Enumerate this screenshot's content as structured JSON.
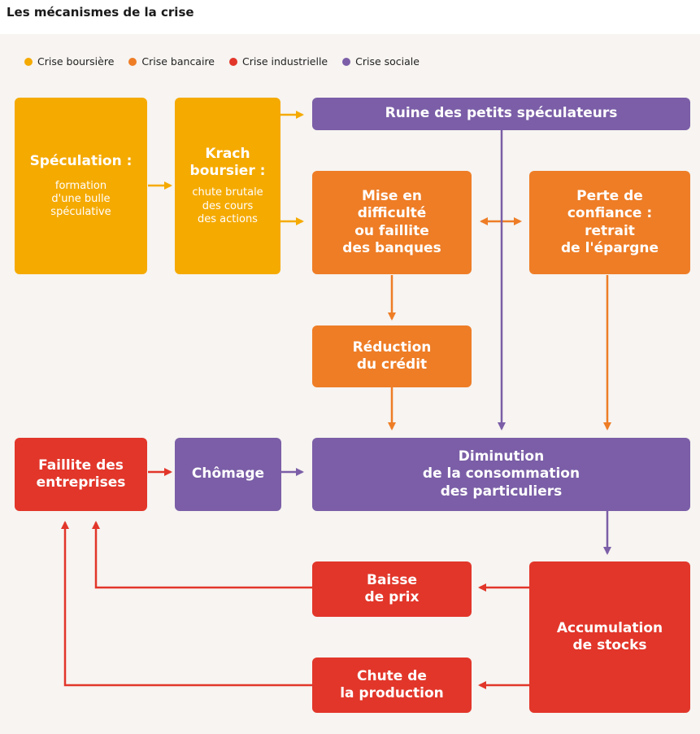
{
  "title": "Les mécanismes de la crise",
  "colors": {
    "yellow": "#f5aa00",
    "orange": "#ee7d26",
    "red": "#e2362a",
    "purple": "#7b5ea7",
    "panel": "#f7f4f1"
  },
  "legend": [
    {
      "label": "Crise boursière",
      "color": "#f5aa00"
    },
    {
      "label": "Crise bancaire",
      "color": "#ee7d26"
    },
    {
      "label": "Crise industrielle",
      "color": "#e2362a"
    },
    {
      "label": "Crise sociale",
      "color": "#7b5ea7"
    }
  ],
  "boxes": {
    "speculation": {
      "main": "Spéculation :",
      "sub": "formation\nd'une bulle\nspéculative"
    },
    "krach": {
      "main": "Krach\nboursier :",
      "sub": "chute brutale\ndes cours\ndes actions"
    },
    "ruine": {
      "main": "Ruine des petits spéculateurs"
    },
    "banques": {
      "main": "Mise en\ndifficulté\nou faillite\ndes banques"
    },
    "confiance": {
      "main": "Perte de\nconfiance :\nretrait\nde l'épargne"
    },
    "credit": {
      "main": "Réduction\ndu crédit"
    },
    "faillite": {
      "main": "Faillite des\nentreprises"
    },
    "chomage": {
      "main": "Chômage"
    },
    "consommation": {
      "main": "Diminution\nde la consommation\ndes particuliers"
    },
    "prix": {
      "main": "Baisse\nde prix"
    },
    "stocks": {
      "main": "Accumulation\nde stocks"
    },
    "production": {
      "main": "Chute de\nla production"
    }
  }
}
